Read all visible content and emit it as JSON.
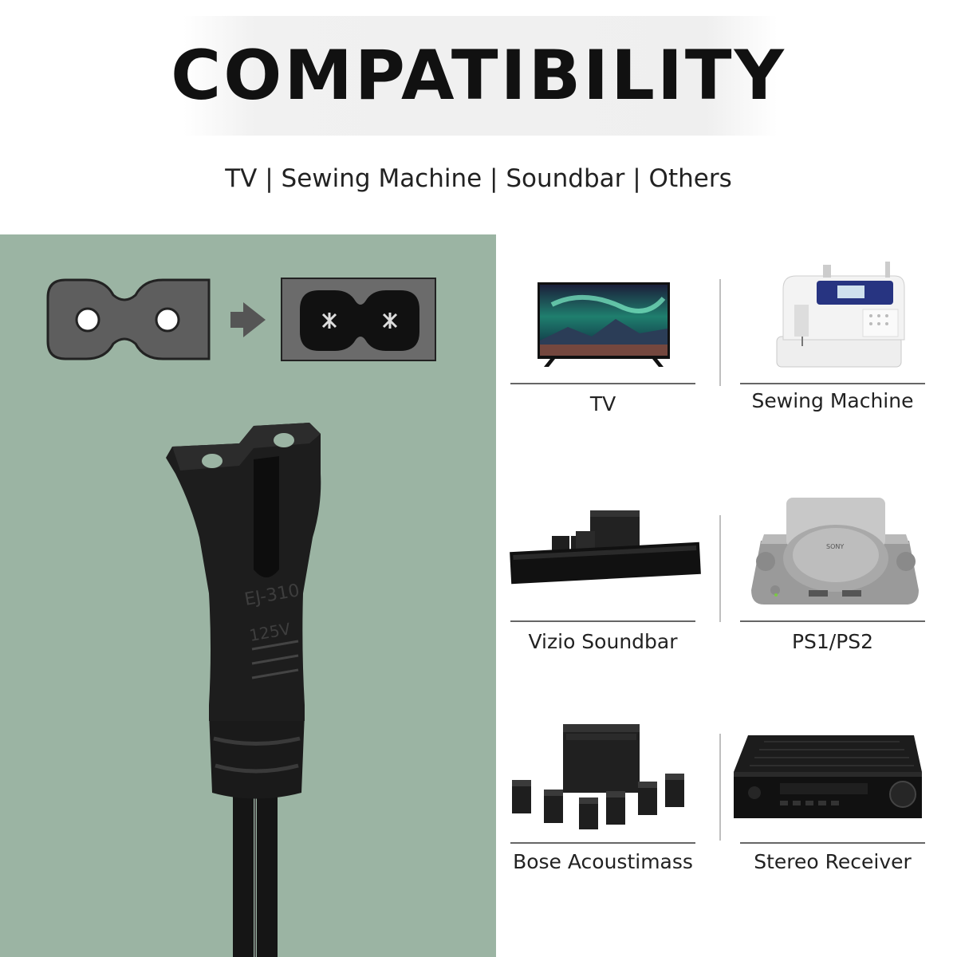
{
  "header": {
    "title": "COMPATIBILITY",
    "subtitle": "TV | Sewing Machine | Soundbar | Others"
  },
  "plug": {
    "model_text": "EJ-310",
    "voltage_text": "125V"
  },
  "devices": [
    {
      "label": "TV"
    },
    {
      "label": "Sewing Machine"
    },
    {
      "label": "Vizio Soundbar"
    },
    {
      "label": "PS1/PS2"
    },
    {
      "label": "Bose Acoustimass"
    },
    {
      "label": "Stereo Receiver"
    }
  ],
  "colors": {
    "panel_green": "#9bb4a3",
    "plug_black": "#1b1b1b",
    "connector_grey": "#6b6b6b"
  }
}
